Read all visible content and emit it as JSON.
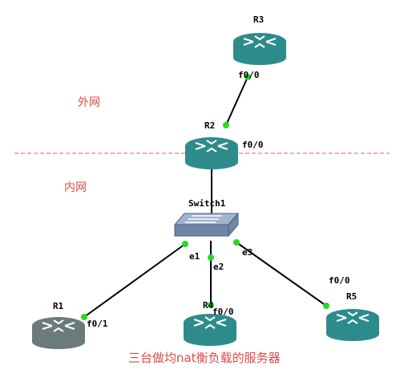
{
  "colors": {
    "router_body": "#2e8b8b",
    "router_top": "#7fc3c3",
    "router_gray_body": "#6b7a7a",
    "router_gray_top": "#a9b6b6",
    "switch_body": "#6f86a6",
    "switch_top": "#9fb4cf",
    "link": "#000000",
    "port_dot": "#22dd22",
    "zone_text": "#e04848",
    "boundary": "#d86060"
  },
  "devices": {
    "r3": {
      "label": "R3",
      "icon": "router-icon"
    },
    "r2": {
      "label": "R2",
      "icon": "router-icon"
    },
    "switch1": {
      "label": "Switch1",
      "icon": "switch-icon"
    },
    "r1": {
      "label": "R1",
      "icon": "router-icon"
    },
    "r4": {
      "label": "R4",
      "icon": "router-icon"
    },
    "r5": {
      "label": "R5",
      "icon": "router-icon"
    }
  },
  "ports": {
    "r3_f00": "f0/0",
    "r2_f00": "f0/0",
    "sw_e1": "e1",
    "sw_e2": "e2",
    "sw_e3": "e3",
    "r1_f01": "f0/1",
    "r4_f00": "f0/0",
    "r5_f00": "f0/0"
  },
  "zones": {
    "outside": "外网",
    "inside": "内网"
  },
  "caption": "三台做均nat衡负载的服务器"
}
